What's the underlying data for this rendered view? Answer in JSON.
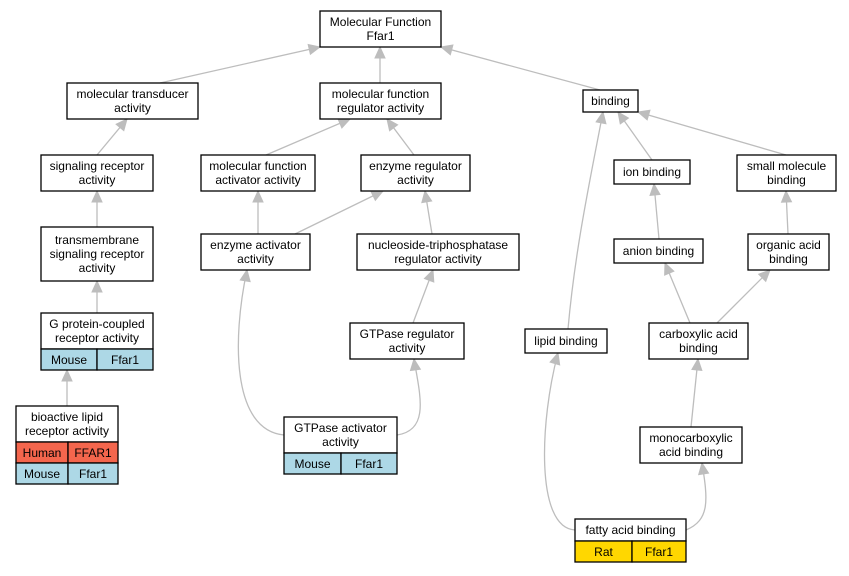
{
  "colors": {
    "edge": "#bdbdbd",
    "human": "#f4664d",
    "mouse": "#add8e6",
    "rat": "#ffd700"
  },
  "nodes": [
    {
      "id": "mf",
      "lines": [
        "Molecular Function",
        "Ffar1"
      ]
    },
    {
      "id": "mta",
      "lines": [
        "molecular transducer",
        "activity"
      ]
    },
    {
      "id": "mfra",
      "lines": [
        "molecular function",
        "regulator activity"
      ]
    },
    {
      "id": "binding",
      "lines": [
        "binding"
      ]
    },
    {
      "id": "sra",
      "lines": [
        "signaling receptor",
        "activity"
      ]
    },
    {
      "id": "mfaa",
      "lines": [
        "molecular function",
        "activator activity"
      ]
    },
    {
      "id": "era",
      "lines": [
        "enzyme regulator",
        "activity"
      ]
    },
    {
      "id": "ionb",
      "lines": [
        "ion binding"
      ]
    },
    {
      "id": "smb",
      "lines": [
        "small molecule",
        "binding"
      ]
    },
    {
      "id": "tsra",
      "lines": [
        "transmembrane",
        "signaling receptor",
        "activity"
      ]
    },
    {
      "id": "eaa",
      "lines": [
        "enzyme activator",
        "activity"
      ]
    },
    {
      "id": "ntpra",
      "lines": [
        "nucleoside-triphosphatase",
        "regulator activity"
      ]
    },
    {
      "id": "anb",
      "lines": [
        "anion binding"
      ]
    },
    {
      "id": "oab",
      "lines": [
        "organic acid",
        "binding"
      ]
    },
    {
      "id": "gpcr",
      "lines": [
        "G protein-coupled",
        "receptor activity"
      ]
    },
    {
      "id": "gtpra",
      "lines": [
        "GTPase regulator",
        "activity"
      ]
    },
    {
      "id": "lipb",
      "lines": [
        "lipid binding"
      ]
    },
    {
      "id": "cab",
      "lines": [
        "carboxylic acid",
        "binding"
      ]
    },
    {
      "id": "blra",
      "lines": [
        "bioactive lipid",
        "receptor activity"
      ]
    },
    {
      "id": "gtpaa",
      "lines": [
        "GTPase activator",
        "activity"
      ]
    },
    {
      "id": "mcab",
      "lines": [
        "monocarboxylic",
        "acid binding"
      ]
    },
    {
      "id": "fab",
      "lines": [
        "fatty acid binding"
      ]
    }
  ],
  "annotations": [
    {
      "node": "gpcr",
      "rows": [
        {
          "species": "Mouse",
          "gene": "Ffar1",
          "color": "#add8e6"
        }
      ]
    },
    {
      "node": "blra",
      "rows": [
        {
          "species": "Human",
          "gene": "FFAR1",
          "color": "#f4664d"
        },
        {
          "species": "Mouse",
          "gene": "Ffar1",
          "color": "#add8e6"
        }
      ]
    },
    {
      "node": "gtpaa",
      "rows": [
        {
          "species": "Mouse",
          "gene": "Ffar1",
          "color": "#add8e6"
        }
      ]
    },
    {
      "node": "fab",
      "rows": [
        {
          "species": "Rat",
          "gene": "Ffar1",
          "color": "#ffd700"
        }
      ]
    }
  ],
  "edges": [
    {
      "from": "mta",
      "to": "mf"
    },
    {
      "from": "mfra",
      "to": "mf"
    },
    {
      "from": "binding",
      "to": "mf"
    },
    {
      "from": "sra",
      "to": "mta"
    },
    {
      "from": "mfaa",
      "to": "mfra"
    },
    {
      "from": "era",
      "to": "mfra"
    },
    {
      "from": "tsra",
      "to": "sra"
    },
    {
      "from": "gpcr",
      "to": "tsra"
    },
    {
      "from": "blra",
      "to": "gpcr"
    },
    {
      "from": "eaa",
      "to": "mfaa"
    },
    {
      "from": "eaa",
      "to": "era"
    },
    {
      "from": "ntpra",
      "to": "era"
    },
    {
      "from": "gtpra",
      "to": "ntpra"
    },
    {
      "from": "gtpaa",
      "to": "eaa"
    },
    {
      "from": "gtpaa",
      "to": "gtpra"
    },
    {
      "from": "ionb",
      "to": "binding"
    },
    {
      "from": "smb",
      "to": "binding"
    },
    {
      "from": "lipb",
      "to": "binding"
    },
    {
      "from": "anb",
      "to": "ionb"
    },
    {
      "from": "oab",
      "to": "smb"
    },
    {
      "from": "cab",
      "to": "anb"
    },
    {
      "from": "cab",
      "to": "oab"
    },
    {
      "from": "mcab",
      "to": "cab"
    },
    {
      "from": "fab",
      "to": "mcab"
    },
    {
      "from": "fab",
      "to": "lipb"
    }
  ]
}
